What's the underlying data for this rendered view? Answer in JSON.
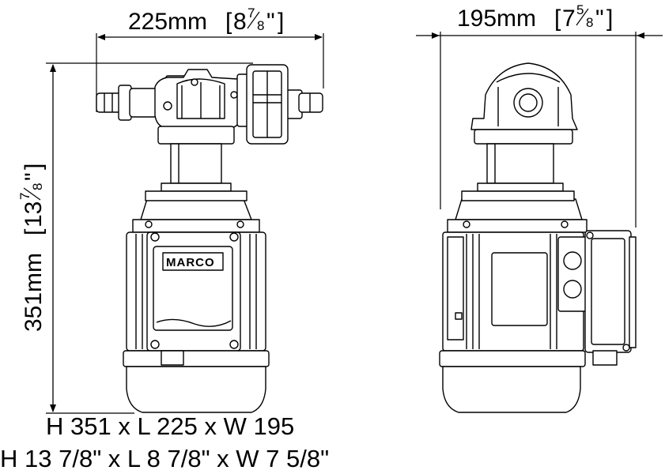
{
  "dimensions": {
    "width_side": {
      "mm": "225mm",
      "inch_whole": "8",
      "inch_num": "7",
      "inch_den": "8",
      "quote": "\""
    },
    "width_front": {
      "mm": "195mm",
      "inch_whole": "7",
      "inch_num": "5",
      "inch_den": "8",
      "quote": "\""
    },
    "height": {
      "mm": "351mm",
      "inch_whole": "13",
      "inch_num": "7",
      "inch_den": "8",
      "quote": "\""
    }
  },
  "brand_plate": {
    "text": "MARCO"
  },
  "captions": {
    "metric": "H 351 x L 225 x W 195",
    "imperial": "H 13 7/8\" x L 8 7/8\" x W 7 5/8\""
  }
}
